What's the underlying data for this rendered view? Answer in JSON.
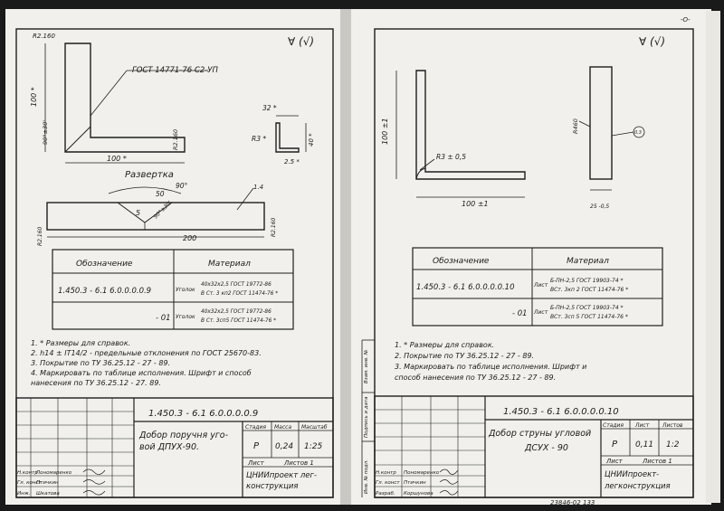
{
  "left_sheet": {
    "finish_mark": "∀ (√)",
    "corner_radius_mark": "R2.160",
    "standard_label": "ГОСТ 14771-76  С2-УП",
    "dim_height": "100 *",
    "dim_angle": "90°±30'",
    "dim_width": "100 *",
    "dim_radius": "R2.160",
    "section_top": "32 *",
    "section_radius": "R3 *",
    "section_height": "40 *",
    "section_thickness": "2.5 *",
    "development_title": "Развертка",
    "dev_angle": "90°",
    "dev_leg": "50",
    "dev_gap": "5",
    "dev_angle2": "90°±30'",
    "dev_total": "200",
    "dev_note": "1.4",
    "dev_radius_left": "R2.160",
    "dev_radius_right": "R2.160",
    "table": {
      "col_designation": "Обозначение",
      "col_material": "Материал",
      "rows": [
        {
          "code": "1.450.3 - 6.1    6.0.0.0.0.9",
          "mat_prefix": "Уголок",
          "mat_top": "40х32х2,5 ГОСТ 19772-86",
          "mat_bottom": "В Ст. 3 кп2 ГОСТ 11474-76 *"
        },
        {
          "code": "- 01",
          "mat_prefix": "Уголок",
          "mat_top": "40х32х2,5 ГОСТ 19772-86",
          "mat_bottom": "В Ст. 3сп5 ГОСТ 11474-76 *"
        }
      ]
    },
    "notes": [
      "1. * Размеры  для  справок.",
      "2. h14 ± IT14/2 - предельные отклонения по ГОСТ 25670-83.",
      "3. Покрытие по ТУ 36.25.12 - 27 - 89.",
      "4. Маркировать по таблице исполнения. Шрифт и способ",
      "    нанесения    по  ТУ 36.25.12 - 27. 89."
    ],
    "title_block": {
      "code": "1.450.3 - 6.1    6.0.0.0.0.9",
      "name_line1": "Добор поручня уго-",
      "name_line2": "вой  ДПУХ-90.",
      "h_stage": "Стадия",
      "h_mass": "Масса",
      "h_scale": "Масштаб",
      "stage": "Р",
      "mass": "0,24",
      "scale": "1:25",
      "sheet_label": "Лист",
      "sheets_label": "Листов 1",
      "org_line1": "ЦНИИпроект лег-",
      "org_line2": "конструкция",
      "signers": [
        {
          "role": "Н.контр",
          "name": "Пономаренко"
        },
        {
          "role": "Гл. конст",
          "name": "Птичкин"
        },
        {
          "role": "Инж.",
          "name": "Шкатова"
        }
      ]
    }
  },
  "right_sheet": {
    "finish_mark": "∀ (√)",
    "dim_height": "100 ±1",
    "dim_radius": "R3 ± 0,5",
    "dim_width": "100 ±1",
    "strip_radius": "R460",
    "strip_callout": "0.3",
    "strip_width": "25 -0,5",
    "table": {
      "col_designation": "Обозначение",
      "col_material": "Материал",
      "rows": [
        {
          "code": "1.450.3 - 6.1    6.0.0.0.0.10",
          "mat_prefix": "Лист",
          "mat_top": "Б-ПН-2,5 ГОСТ 19903-74 *",
          "mat_bottom": "ВСт. 3кп 2 ГОСТ 11474-76 *"
        },
        {
          "code": "- 01",
          "mat_prefix": "Лист",
          "mat_top": "Б-ПН-2,5 ГОСТ 19903-74 *",
          "mat_bottom": "ВСт. 3сп 5 ГОСТ 11474-76 *"
        }
      ]
    },
    "notes": [
      "1. * Размеры   для  справок.",
      "2. Покрытие  по  ТУ 36.25.12 - 27 - 89.",
      "3. Маркировать  по таблице  исполнения. Шрифт  и",
      "    способ  нанесения  по  ТУ 36.25.12 - 27 - 89."
    ],
    "title_block": {
      "code": "1.450.3 - 6.1    6.0.0.0.0.10",
      "name_line1": "Добор струны угловой",
      "name_line2": "ДСУХ - 90",
      "h_stage": "Стадия",
      "h_sheet": "Лист",
      "h_sheets": "Листов",
      "stage": "Р",
      "mass": "0,11",
      "scale": "1:2",
      "sheet_label": "Лист",
      "sheets_label": "Листов 1",
      "org_line1": "ЦНИИпроект-",
      "org_line2": "легконструкция",
      "signers": [
        {
          "role": "Н.контр",
          "name": "Пономаренко"
        },
        {
          "role": "Гл. конст",
          "name": "Птичкин"
        },
        {
          "role": "Разраб.",
          "name": "Коршунова"
        }
      ]
    },
    "side_strip": [
      "Инв. № подл.",
      "Подпись и дата",
      "Взам. инв. №"
    ],
    "bottom_codes": [
      "23846-02",
      "133"
    ],
    "corner_mark": "-O-"
  }
}
